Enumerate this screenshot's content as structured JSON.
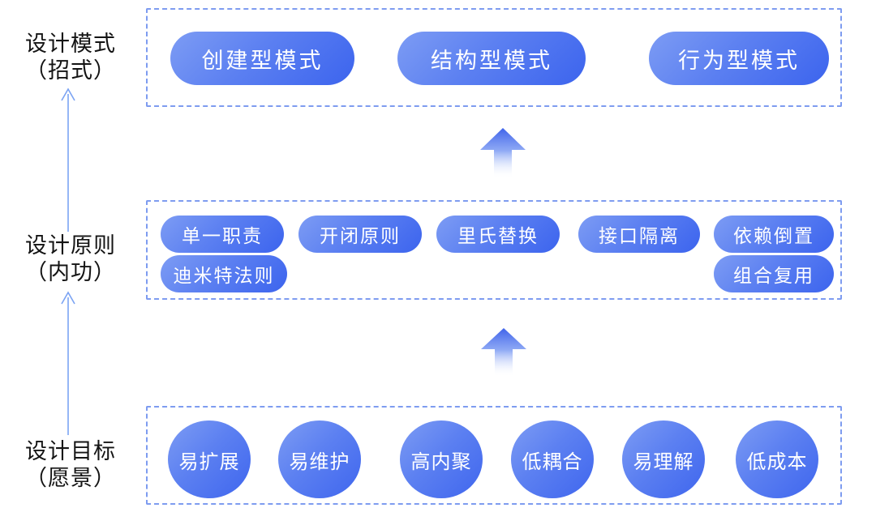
{
  "side_labels": {
    "patterns": {
      "line1": "设计模式",
      "line2": "（招式）"
    },
    "principles": {
      "line1": "设计原则",
      "line2": "（内功）"
    },
    "goals": {
      "line1": "设计目标",
      "line2": "（愿景）"
    }
  },
  "patterns": {
    "items": [
      "创建型模式",
      "结构型模式",
      "行为型模式"
    ]
  },
  "principles": {
    "row1": [
      "单一职责",
      "开闭原则",
      "里氏替换",
      "接口隔离",
      "依赖倒置"
    ],
    "row2": [
      "迪米特法则",
      "组合复用"
    ]
  },
  "goals": {
    "items": [
      "易扩展",
      "易维护",
      "高内聚",
      "低耦合",
      "易理解",
      "低成本"
    ]
  },
  "icons": {
    "block_up_arrow": "up-arrow",
    "thin_up_arrow": "up-arrow-line"
  },
  "colors": {
    "pill_gradient_start": "#7d9cf4",
    "pill_gradient_end": "#3c64ee",
    "dashed_border": "#7e9cf0",
    "block_arrow_top": "#3f63ea",
    "thin_arrow": "#7ba3f3",
    "label_text": "#141414",
    "pill_text": "#ffffff",
    "background": "#ffffff"
  }
}
